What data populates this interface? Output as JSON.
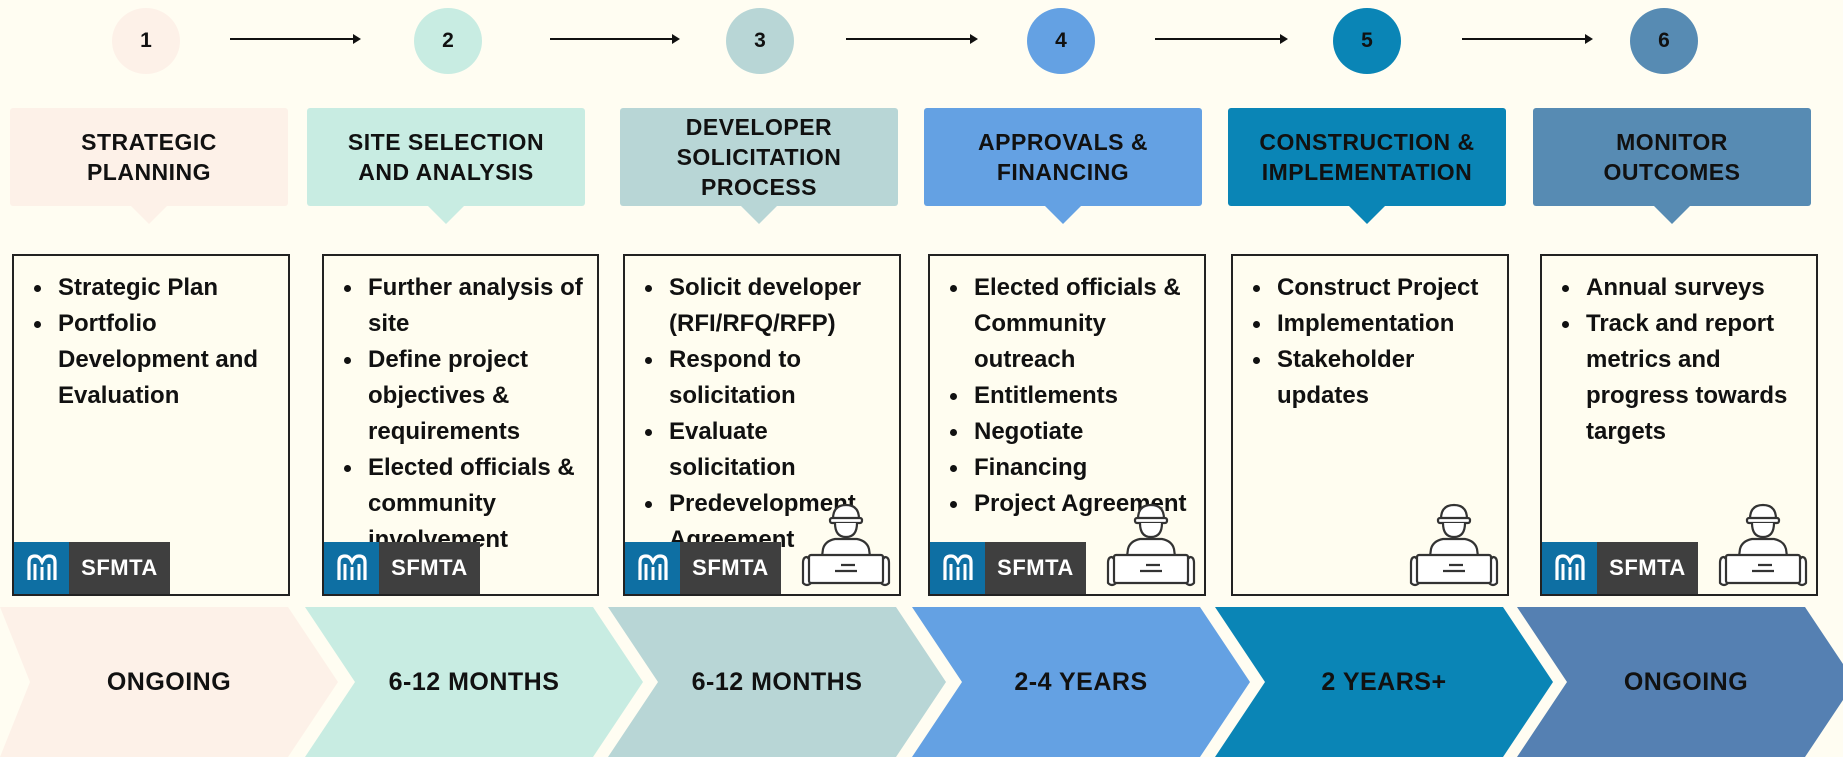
{
  "steps": [
    {
      "number": "1",
      "title": "STRATEGIC\nPLANNING",
      "items": [
        "Strategic Plan",
        "Portfolio Development and Evaluation"
      ],
      "duration": "ONGOING",
      "colors": {
        "circle": "#fdf1e8",
        "header": "#fdf1e8",
        "chevron": "#fdf1e8"
      },
      "logo": true,
      "worker": false
    },
    {
      "number": "2",
      "title": "SITE SELECTION\nAND ANALYSIS",
      "items": [
        "Further analysis of site",
        "Define project objectives & requirements",
        "Elected officials & community involvement"
      ],
      "duration": "6-12 MONTHS",
      "colors": {
        "circle": "#c8ece2",
        "header": "#c8ece2",
        "chevron": "#c8ece2"
      },
      "logo": true,
      "worker": false
    },
    {
      "number": "3",
      "title": "DEVELOPER\nSOLICITATION\nPROCESS",
      "items": [
        "Solicit developer (RFI/RFQ/RFP)",
        "Respond to solicitation",
        "Evaluate solicitation",
        "Predevelopment Agreement"
      ],
      "duration": "6-12 MONTHS",
      "colors": {
        "circle": "#b8d6d6",
        "header": "#b8d6d6",
        "chevron": "#b8d6d6"
      },
      "logo": true,
      "worker": true
    },
    {
      "number": "4",
      "title": "APPROVALS &\nFINANCING",
      "items": [
        "Elected officials & Community outreach",
        "Entitlements",
        "Negotiate",
        "Financing",
        "Project Agreement"
      ],
      "duration": "2-4 YEARS",
      "colors": {
        "circle": "#64a1e3",
        "header": "#64a1e3",
        "chevron": "#64a1e3"
      },
      "logo": true,
      "worker": true
    },
    {
      "number": "5",
      "title": "CONSTRUCTION &\nIMPLEMENTATION",
      "items": [
        "Construct Project",
        "Implementation",
        "Stakeholder updates"
      ],
      "duration": "2 YEARS+",
      "colors": {
        "circle": "#0a85b6",
        "header": "#0a85b6",
        "chevron": "#0a85b6"
      },
      "logo": false,
      "worker": true
    },
    {
      "number": "6",
      "title": "MONITOR\nOUTCOMES",
      "items": [
        "Annual surveys",
        "Track and report metrics and progress towards targets"
      ],
      "duration": "ONGOING",
      "colors": {
        "circle": "#578bb3",
        "header": "#578bb3",
        "chevron": "#5580b2"
      },
      "logo": true,
      "worker": true
    }
  ],
  "logo_text": "SFMTA"
}
